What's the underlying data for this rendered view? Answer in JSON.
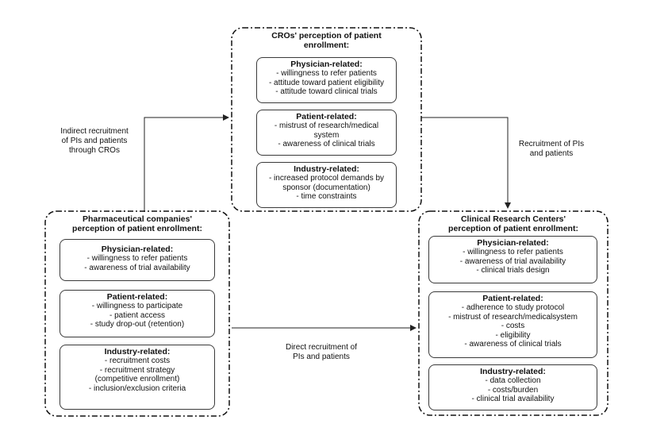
{
  "groups": {
    "cro": {
      "title": "CROs' perception of patient\nenrollment:",
      "categories": [
        {
          "title": "Physician-related:",
          "items": [
            "- willingness to refer patients",
            "- attitude toward patient eligibility",
            "- attitude toward clinical trials"
          ]
        },
        {
          "title": "Patient-related:",
          "items": [
            "- mistrust of research/medical\nsystem",
            "- awareness of clinical trials"
          ]
        },
        {
          "title": "Industry-related:",
          "items": [
            "- increased protocol demands by\nsponsor (documentation)",
            "- time constraints"
          ]
        }
      ]
    },
    "pharma": {
      "title": "Pharmaceutical companies'\nperception of patient enrollment:",
      "categories": [
        {
          "title": "Physician-related:",
          "items": [
            "- willingness to refer patients",
            "- awareness of trial availability"
          ]
        },
        {
          "title": "Patient-related:",
          "items": [
            "- willingness to participate",
            "- patient access",
            "- study drop-out (retention)"
          ]
        },
        {
          "title": "Industry-related:",
          "items": [
            "- recruitment costs",
            "- recruitment strategy\n(competitive enrollment)",
            "- inclusion/exclusion criteria"
          ]
        }
      ]
    },
    "crc": {
      "title": "Clinical Research Centers'\nperception of patient enrollment:",
      "categories": [
        {
          "title": "Physician-related:",
          "items": [
            "- willingness to refer patients",
            "- awareness of trial availability",
            "- clinical trials design"
          ]
        },
        {
          "title": "Patient-related:",
          "items": [
            "- adherence to study protocol",
            "- mistrust of research/medicalsystem",
            "- costs",
            "- eligibility",
            "- awareness of clinical trials"
          ]
        },
        {
          "title": "Industry-related:",
          "items": [
            "- data collection",
            "- costs/burden",
            "- clinical trial availability"
          ]
        }
      ]
    }
  },
  "edges": {
    "indirect": "Indirect recruitment\nof PIs and patients\nthrough CROs",
    "recruitment": "Recruitment of PIs\nand patients",
    "direct": "Direct recruitment of\nPIs and patients"
  }
}
